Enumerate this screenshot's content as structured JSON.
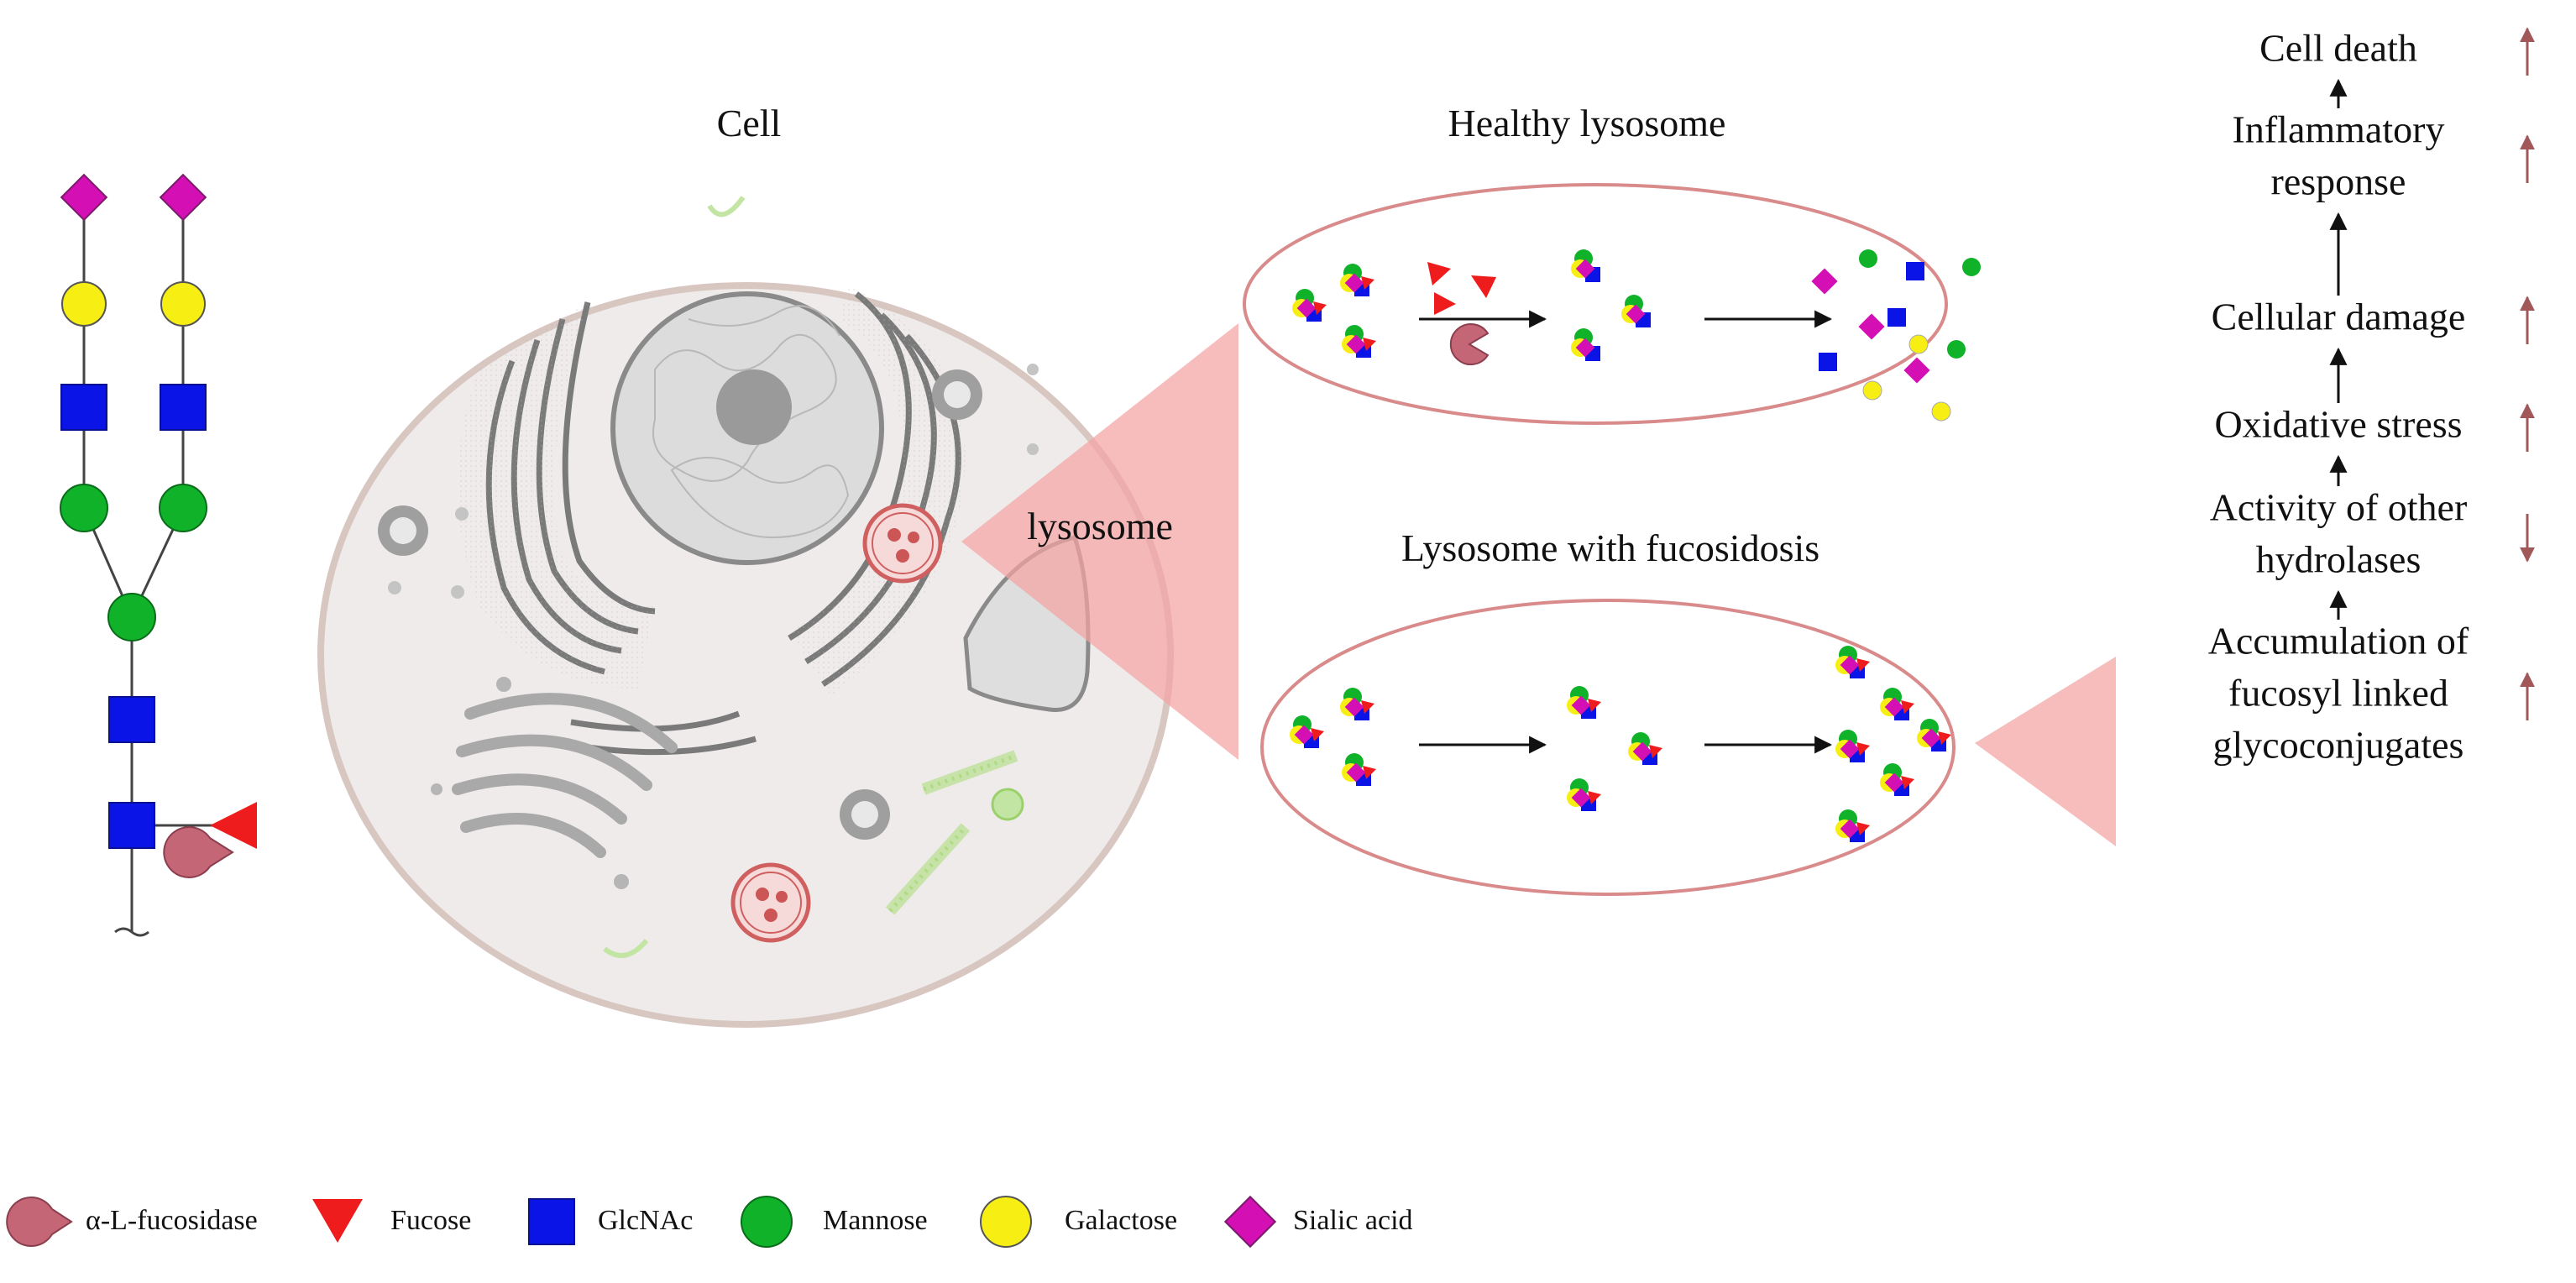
{
  "labels": {
    "cell": "Cell",
    "lysosome": "lysosome",
    "healthy": "Healthy lysosome",
    "fucosidosis": "Lysosome with fucosidosis"
  },
  "cascade": [
    {
      "lines": [
        "Cell death"
      ],
      "trend": "up"
    },
    {
      "lines": [
        "Inflammatory",
        "response"
      ],
      "trend": "up"
    },
    {
      "lines": [
        "Cellular damage"
      ],
      "trend": "up"
    },
    {
      "lines": [
        "Oxidative stress"
      ],
      "trend": "up"
    },
    {
      "lines": [
        "Activity of other",
        "hydrolases"
      ],
      "trend": "down"
    },
    {
      "lines": [
        "Accumulation of",
        "fucosyl linked",
        "glycoconjugates"
      ],
      "trend": "up"
    }
  ],
  "legend": [
    {
      "shape": "pacman",
      "label": "α-L-fucosidase"
    },
    {
      "shape": "triangle",
      "label": "Fucose"
    },
    {
      "shape": "square",
      "label": "GlcNAc"
    },
    {
      "shape": "circle-green",
      "label": "Mannose"
    },
    {
      "shape": "circle-yellow",
      "label": "Galactose"
    },
    {
      "shape": "diamond",
      "label": "Sialic acid"
    }
  ],
  "colors": {
    "fucose": "#ee1c1c",
    "glcnac": "#0a14e6",
    "mannose": "#10b22a",
    "galactose": "#f7ee14",
    "sialic": "#d40fb4",
    "enzyme": "#c56677",
    "lysosome_outline": "#d98a8a",
    "zoom_cone": "#f4a4a4",
    "trend_arrow": "#a05858",
    "cell_fill": "#efebea",
    "cell_outline": "#d8c6c0"
  }
}
